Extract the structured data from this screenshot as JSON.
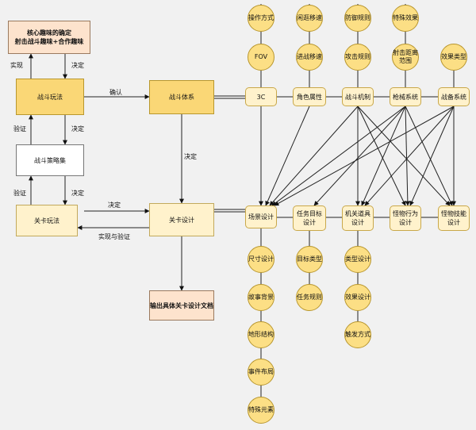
{
  "nodes": {
    "core": "核心趣味的确定\n射击战斗趣味+合作趣味",
    "battle_play": "战斗玩法",
    "battle_system": "战斗体系",
    "battle_strategy": "战斗策略集",
    "level_play": "关卡玩法",
    "level_design": "关卡设计",
    "output_doc": "输出具体关卡设计文档",
    "n3c": "3C",
    "role_attr": "角色属性",
    "battle_mech": "战斗机制",
    "gun_system": "枪械系统",
    "equip_system": "战备系统",
    "scene_design": "场景设计",
    "mission_target": "任务目标\n设计",
    "mech_props": "机关道具\n设计",
    "monster_behavior": "怪物行为\n设计",
    "monster_skill": "怪物技能\n设计"
  },
  "circles": {
    "op_mode": "操作方式",
    "fov": "FOV",
    "idle_move": "闲逛移速",
    "combat_move": "进战移速",
    "defense_rule": "防御规则",
    "attack_rule": "攻击规则",
    "special_effect": "特殊效果",
    "shoot_range": "射击距离\n范围",
    "effect_type": "效果类型",
    "size_design": "尺寸设计",
    "story_bg": "故事背景",
    "terrain": "地形结构",
    "event_layout": "事件布局",
    "special_elem": "特殊元素",
    "target_type": "目标类型",
    "mission_rule": "任务规则",
    "type_design": "类型设计",
    "effect_design": "效果设计",
    "trigger_mode": "触发方式"
  },
  "labels": {
    "realize": "实现",
    "decide1": "决定",
    "confirm": "确认",
    "verify1": "验证",
    "decide2": "决定",
    "decide3": "决定",
    "verify2": "验证",
    "decide4": "决定",
    "decide5": "决定",
    "impl_verify": "实现与验证"
  }
}
